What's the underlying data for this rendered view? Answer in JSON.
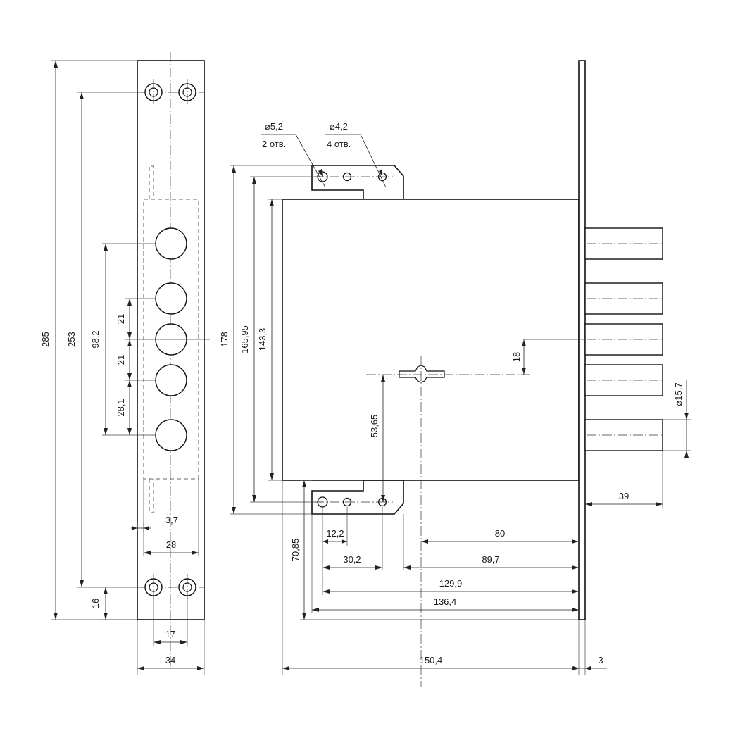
{
  "dimensions": {
    "faceplate_total_height": "285",
    "faceplate_screw_spacing": "253",
    "bolt_span": "98,2",
    "bolt_pitch_a": "21",
    "bolt_pitch_b": "21",
    "bolt_pitch_c": "28,1",
    "screw_offset_bottom": "16",
    "faceplate_width": "34",
    "screw_hole_spacing": "17",
    "inner_width": "28",
    "offset_3_7": "3,7",
    "body_overall_height": "178",
    "bracket_hole_spacing": "165,95",
    "case_height": "143,3",
    "keyhole_to_bracket": "53,65",
    "handle_offset": "18",
    "bolt_diameter": "⌀15,7",
    "bolt_projection": "39",
    "backset": "80",
    "dim_89_7": "89,7",
    "dim_129_9": "129,9",
    "dim_136_4": "136,4",
    "case_depth": "150,4",
    "plate_thickness": "3",
    "dim_12_2": "12,2",
    "dim_30_2": "30,2",
    "bracket_offset_vertical": "70,85"
  },
  "hole_callouts": {
    "large_holes_diameter": "⌀5,2",
    "large_holes_count": "2 отв.",
    "small_holes_diameter": "⌀4,2",
    "small_holes_count": "4 отв."
  }
}
